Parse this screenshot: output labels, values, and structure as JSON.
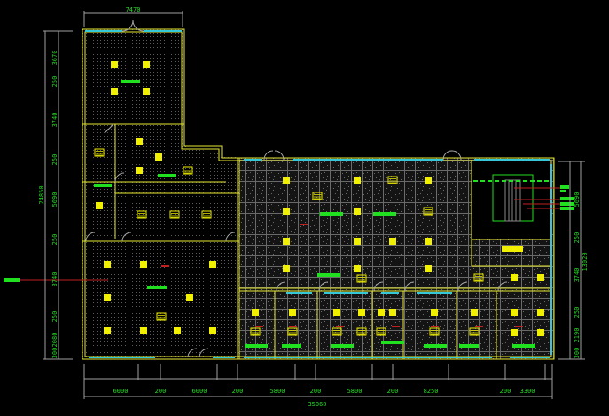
{
  "colors": {
    "background": "#000000",
    "wall": "#e8e830",
    "window": "#35c8d8",
    "dimension_line": "#a0a0a0",
    "dimension_text": "#22dd22",
    "fixture": "#f0f000",
    "linear_light": "#20e020",
    "leader": "#c02020",
    "grid": "#6a6a6a"
  },
  "dimensions": {
    "top": "7470",
    "bottom_segments": [
      "6000",
      "200",
      "6000",
      "200",
      "5800",
      "200",
      "5800",
      "200",
      "8250",
      "200",
      "3300"
    ],
    "bottom_total": "35060",
    "left_segments": [
      "3670",
      "250",
      "3740",
      "250",
      "5690",
      "250",
      "3740",
      "250",
      "2080",
      "300"
    ],
    "left_total": "24850",
    "right_segments": [
      "5690",
      "250",
      "3740",
      "250",
      "2190",
      "300"
    ],
    "right_total": "13020"
  }
}
